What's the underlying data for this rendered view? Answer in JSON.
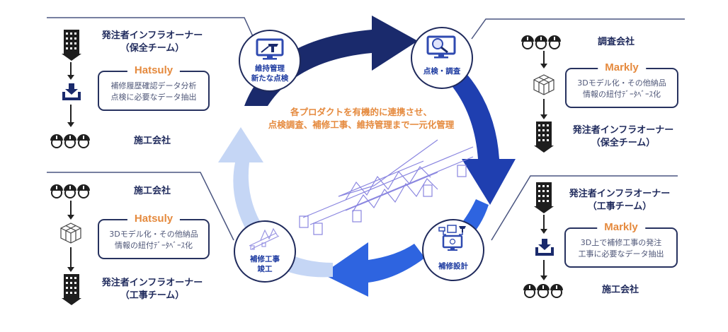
{
  "center_message": {
    "line1": "各プロダクトを有機的に連携させ、",
    "line2": "点検調査、補修工事、維持管理まで一元化管理"
  },
  "stages": [
    {
      "id": "maintenance",
      "line1": "維持管理",
      "line2": "新たな点検",
      "icon": "monitor-tool-icon"
    },
    {
      "id": "inspection",
      "line1": "点検・調査",
      "line2": "",
      "icon": "monitor-magnifier-icon"
    },
    {
      "id": "repair-design",
      "line1": "補修設計",
      "line2": "",
      "icon": "design-workflow-icon"
    },
    {
      "id": "repair-completion",
      "line1": "補修工事",
      "line2": "竣工",
      "icon": "bridge-icon"
    }
  ],
  "cycle_colors": {
    "top": "#1a2a6c",
    "right": "#1f3fb0",
    "bottom": "#2e64e0",
    "left": "#c5d6f5"
  },
  "panels": {
    "top_left": {
      "top_title_line1": "発注者インフラオーナー",
      "top_title_line2": "（保全チーム）",
      "product": "Hatsuly",
      "desc_line1": "補修履歴確認データ分析",
      "desc_line2": "点検に必要なデータ抽出",
      "bottom_title": "施工会社"
    },
    "top_right": {
      "top_title_line1": "調査会社",
      "product": "Markly",
      "desc_line1": "3Dモデル化・その他納品",
      "desc_line2": "情報の紐付ﾃﾞｰﾀﾍﾞｰｽ化",
      "bottom_title_line1": "発注者インフラオーナー",
      "bottom_title_line2": "（保全チーム）"
    },
    "bottom_left": {
      "top_title_line1": "施工会社",
      "product": "Hatsuly",
      "desc_line1": "3Dモデル化・その他納品",
      "desc_line2": "情報の紐付ﾃﾞｰﾀﾍﾞｰｽ化",
      "bottom_title_line1": "発注者インフラオーナー",
      "bottom_title_line2": "（工事チーム）"
    },
    "bottom_right": {
      "top_title_line1": "発注者インフラオーナー",
      "top_title_line2": "（工事チーム）",
      "product": "Markly",
      "desc_line1": "3D上で補修工事の発注",
      "desc_line2": "工事に必要なデータ抽出",
      "bottom_title": "施工会社"
    }
  },
  "colors": {
    "product_name": "#e58a3e",
    "title_text": "#1f2a5c",
    "stage_text": "#1c3aa0",
    "frame_line": "#3c4670"
  }
}
